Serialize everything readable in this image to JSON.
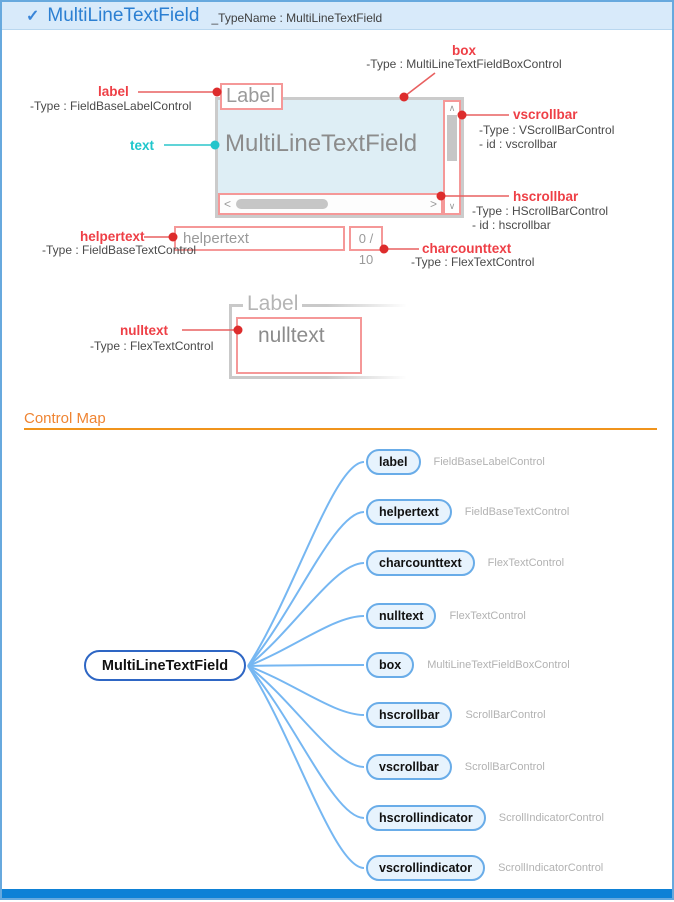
{
  "header": {
    "check_icon": "✓",
    "title": "MultiLineTextField",
    "type_label": "_TypeName : MultiLineTextField"
  },
  "field_diagram": {
    "label_box_text": "Label",
    "text_content": "MultiLineTextField",
    "helpertext_value": "helpertext",
    "charcount_value": "0 / 10",
    "scrollbar_glyphs": {
      "up": "∧",
      "down": "∨",
      "left": "<",
      "right": ">"
    },
    "annotations": {
      "box": {
        "title": "box",
        "type_line": "-Type : MultiLineTextFieldBoxControl"
      },
      "label": {
        "title": "label",
        "type_line": "-Type : FieldBaseLabelControl"
      },
      "text": {
        "title": "text"
      },
      "vscrollbar": {
        "title": "vscrollbar",
        "type_line": "-Type : VScrollBarControl",
        "id_line": "- id : vscrollbar"
      },
      "hscrollbar": {
        "title": "hscrollbar",
        "type_line": "-Type : HScrollBarControl",
        "id_line": "- id : hscrollbar"
      },
      "helpertext": {
        "title": "helpertext",
        "type_line": "-Type : FieldBaseTextControl"
      },
      "charcounttext": {
        "title": "charcounttext",
        "type_line": "-Type : FlexTextControl"
      }
    }
  },
  "nulltext_diagram": {
    "legend": "Label",
    "value": "nulltext",
    "annotation": {
      "title": "nulltext",
      "type_line": "-Type : FlexTextControl"
    }
  },
  "control_map": {
    "section_title": "Control Map",
    "root": "MultiLineTextField",
    "children": [
      {
        "name": "label",
        "type": "FieldBaseLabelControl"
      },
      {
        "name": "helpertext",
        "type": "FieldBaseTextControl"
      },
      {
        "name": "charcounttext",
        "type": "FlexTextControl"
      },
      {
        "name": "nulltext",
        "type": "FlexTextControl"
      },
      {
        "name": "box",
        "type": "MultiLineTextFieldBoxControl"
      },
      {
        "name": "hscrollbar",
        "type": "ScrollBarControl"
      },
      {
        "name": "vscrollbar",
        "type": "ScrollBarControl"
      },
      {
        "name": "hscrollindicator",
        "type": "ScrollIndicatorControl"
      },
      {
        "name": "vscrollindicator",
        "type": "ScrollIndicatorControl"
      }
    ]
  },
  "colors": {
    "accent_blue": "#2b7fd2",
    "annotation_red": "#ee3f46",
    "annotation_cyan": "#1ec6cc",
    "highlight_pink": "#f59898",
    "orange": "#ef8432",
    "tree_line_blue": "#76b7f2",
    "pill_border_blue": "#69ace8",
    "root_border_blue": "#2e66c4",
    "bottom_bar_blue": "#0e81d6"
  }
}
